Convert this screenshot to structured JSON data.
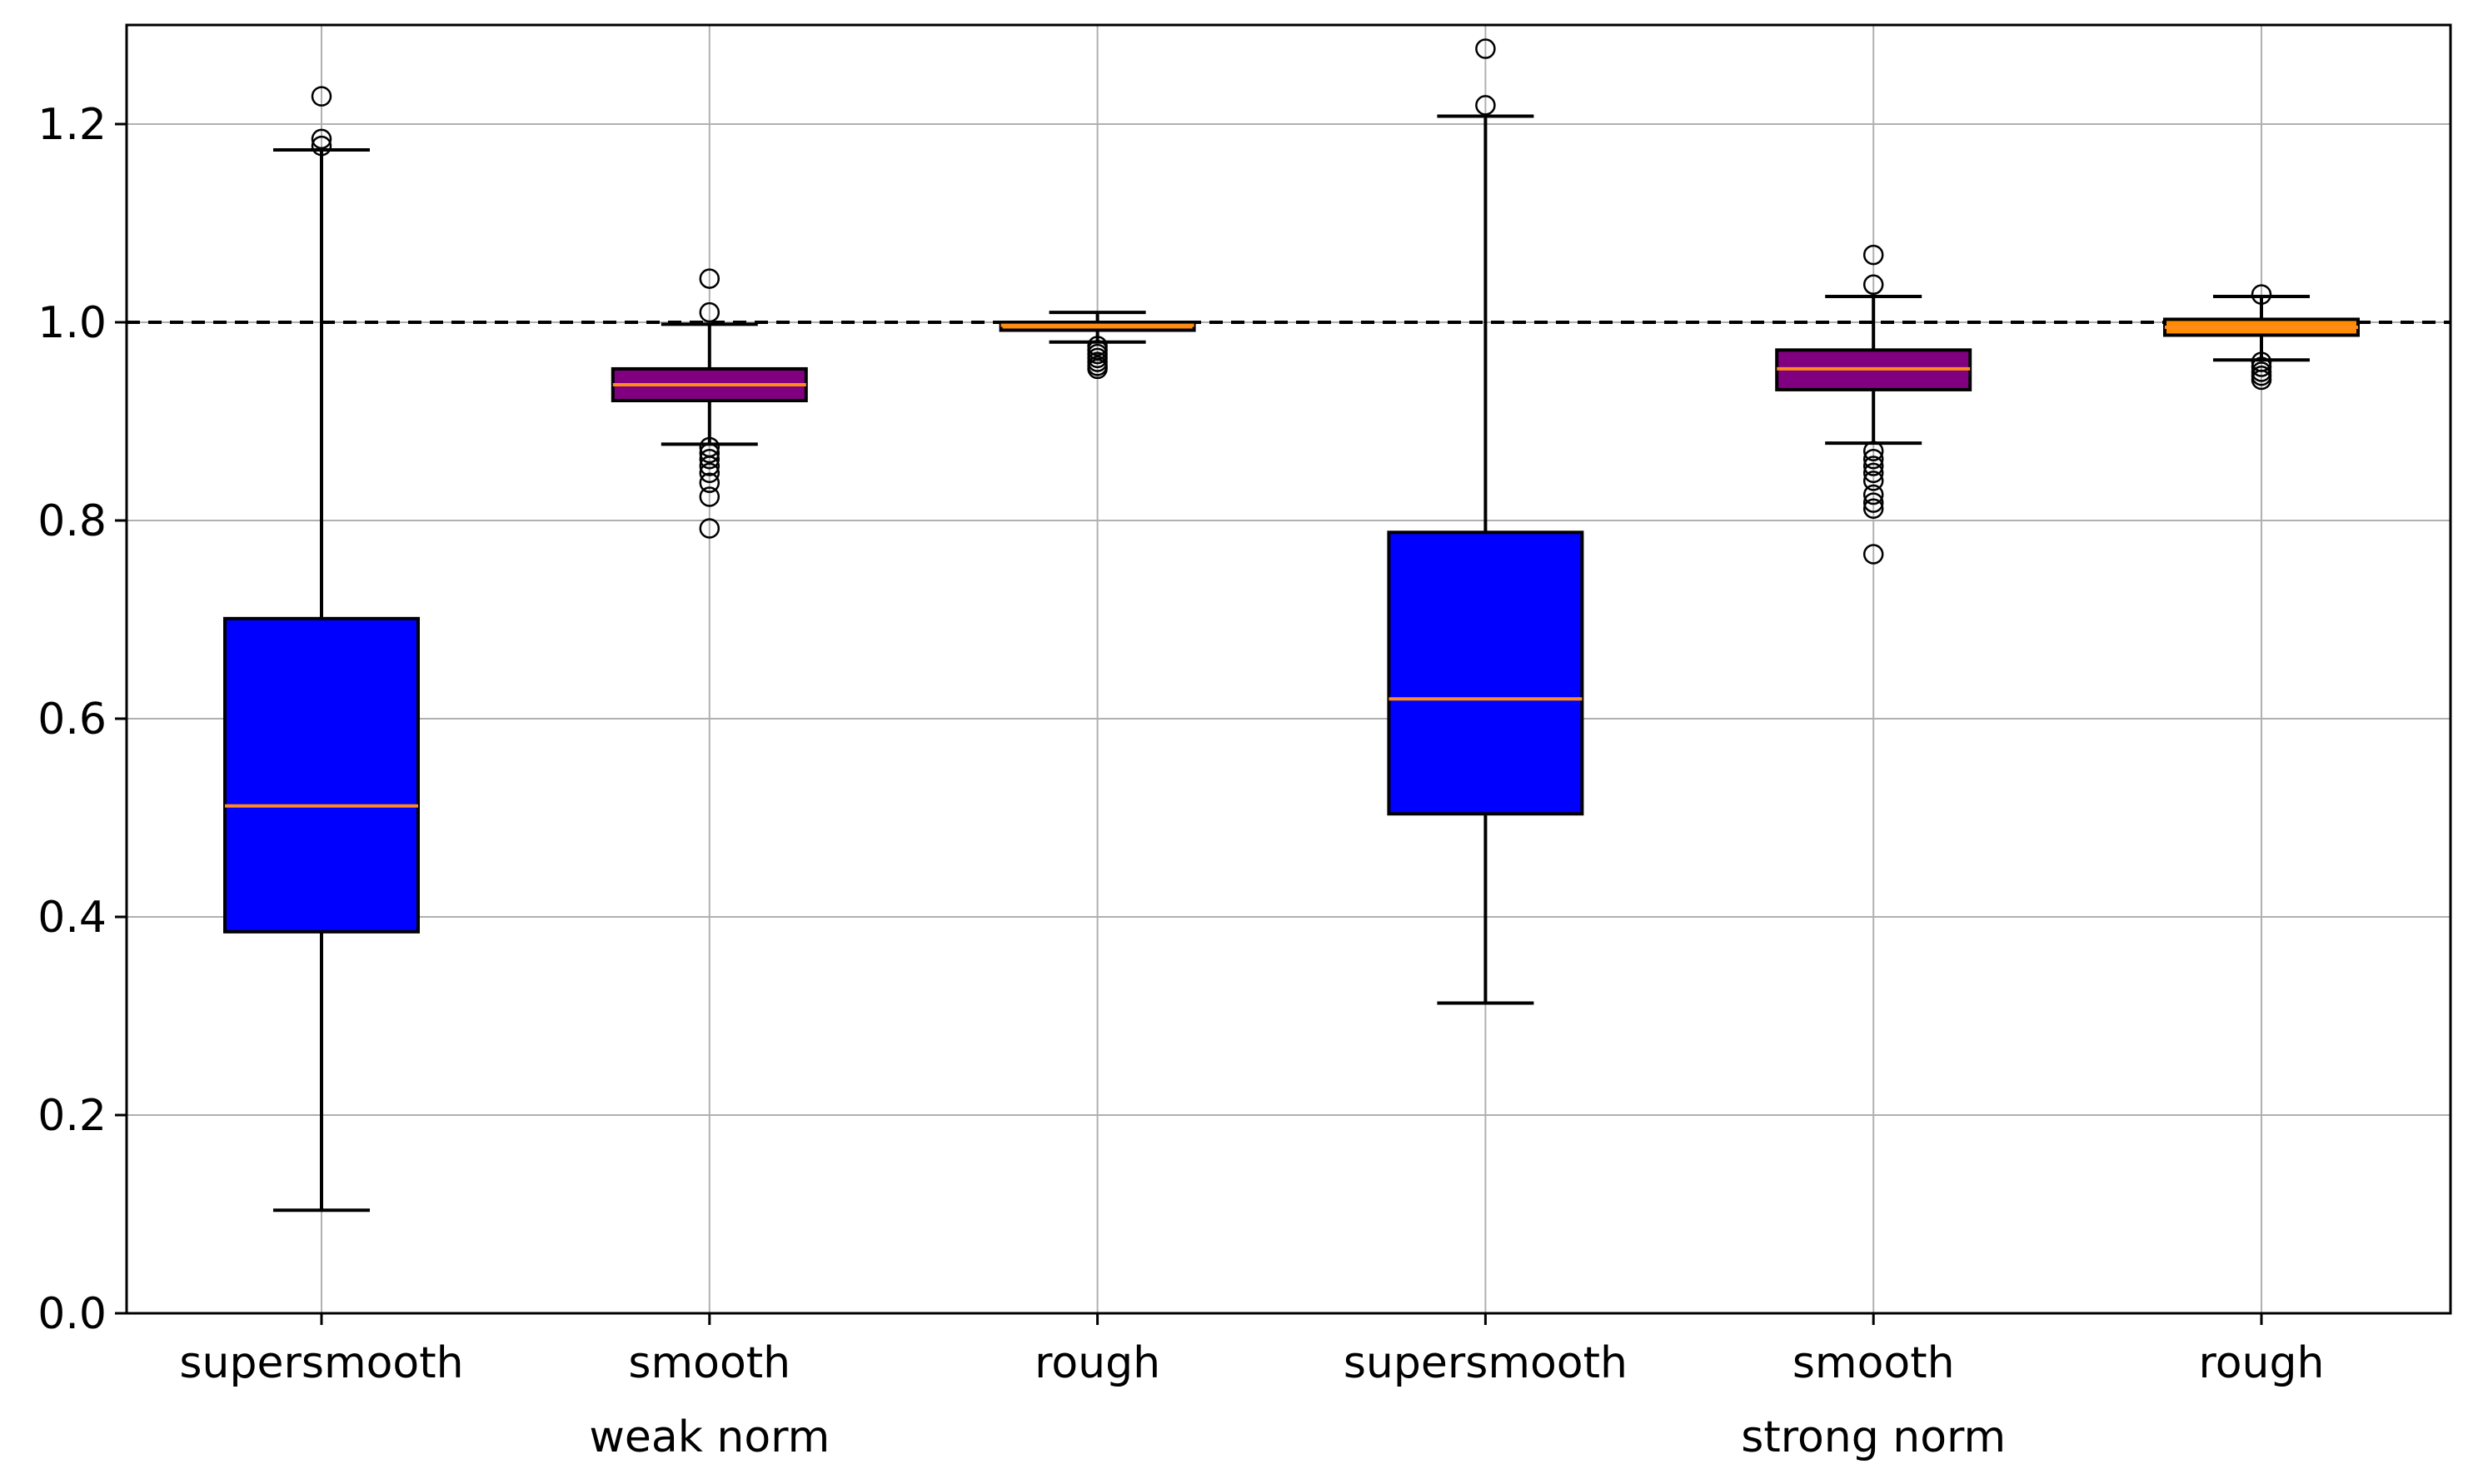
{
  "chart_data": {
    "type": "box",
    "title": "",
    "xlabel": "",
    "ylabel": "",
    "ylim": [
      0.0,
      1.3
    ],
    "yticks": [
      "0.0",
      "0.2",
      "0.4",
      "0.6",
      "0.8",
      "1.0",
      "1.2"
    ],
    "grid": true,
    "reference_line": {
      "y": 1.0,
      "style": "dashed",
      "color": "#000000"
    },
    "groups": [
      {
        "label": "weak norm",
        "category_indices": [
          0,
          1,
          2
        ]
      },
      {
        "label": "strong norm",
        "category_indices": [
          3,
          4,
          5
        ]
      }
    ],
    "colors": {
      "supersmooth": "#0000ff",
      "smooth": "#800080",
      "rough": "#ff8c00",
      "median": "#ff8c1a",
      "whisker": "#000000",
      "grid": "#b0b0b0"
    },
    "categories": [
      "supersmooth",
      "smooth",
      "rough",
      "supersmooth",
      "smooth",
      "rough"
    ],
    "boxes": [
      {
        "category": "supersmooth",
        "group": "weak norm",
        "color": "#0000ff",
        "whislo": 0.104,
        "q1": 0.385,
        "median": 0.512,
        "q3": 0.701,
        "whishi": 1.174,
        "fliers": [
          1.228,
          1.185,
          1.178
        ]
      },
      {
        "category": "smooth",
        "group": "weak norm",
        "color": "#800080",
        "whislo": 0.877,
        "q1": 0.921,
        "median": 0.937,
        "q3": 0.953,
        "whishi": 0.998,
        "fliers": [
          1.044,
          1.01,
          0.874,
          0.868,
          0.862,
          0.855,
          0.848,
          0.838,
          0.824,
          0.792
        ]
      },
      {
        "category": "rough",
        "group": "weak norm",
        "color": "#ff8c00",
        "whislo": 0.98,
        "q1": 0.992,
        "median": 0.997,
        "q3": 1.0,
        "whishi": 1.01,
        "fliers": [
          0.976,
          0.972,
          0.968,
          0.964,
          0.96,
          0.956,
          0.953
        ]
      },
      {
        "category": "supersmooth",
        "group": "strong norm",
        "color": "#0000ff",
        "whislo": 0.313,
        "q1": 0.504,
        "median": 0.62,
        "q3": 0.788,
        "whishi": 1.208,
        "fliers": [
          1.276,
          1.219
        ]
      },
      {
        "category": "smooth",
        "group": "strong norm",
        "color": "#800080",
        "whislo": 0.878,
        "q1": 0.932,
        "median": 0.953,
        "q3": 0.972,
        "whishi": 1.026,
        "fliers": [
          1.068,
          1.038,
          0.87,
          0.862,
          0.855,
          0.848,
          0.84,
          0.826,
          0.818,
          0.812,
          0.766
        ]
      },
      {
        "category": "rough",
        "group": "strong norm",
        "color": "#ff8c00",
        "whislo": 0.962,
        "q1": 0.987,
        "median": 0.995,
        "q3": 1.003,
        "whishi": 1.026,
        "fliers": [
          1.028,
          0.96,
          0.955,
          0.95,
          0.946,
          0.942
        ]
      }
    ]
  }
}
